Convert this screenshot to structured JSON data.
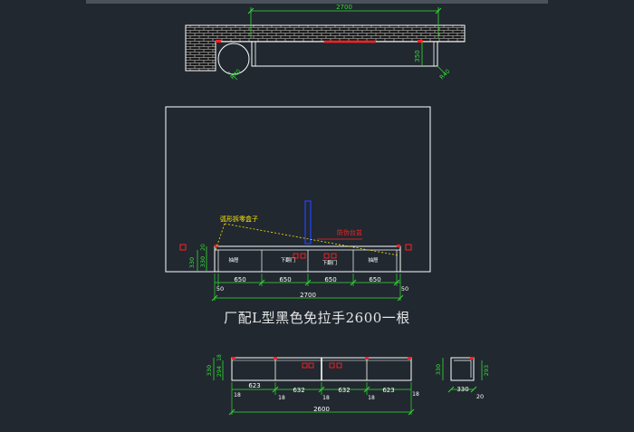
{
  "caption": "厂配L型黑色免拉手2600一根",
  "colors": {
    "background": "#212830",
    "line": "#ffffff",
    "dimension": "#33dd33",
    "accent": "#ff2222",
    "annotation": "#ffe600",
    "handle": "#2244ff"
  },
  "plan_view": {
    "width_dim": "2700",
    "depth_dim": "350",
    "radius_left": "R40",
    "radius_right": "R40"
  },
  "elevation_view": {
    "annotation_handle_box": "弧形拆零盒子",
    "annotation_power": "防伪台盆",
    "height_dim": "330",
    "small_dim": "20",
    "panel_labels": [
      "抽屉",
      "下翻门",
      "下翻门",
      "抽屉"
    ],
    "segment_dims": [
      "650",
      "650",
      "650",
      "650"
    ],
    "edge_dim_left": "50",
    "edge_dim_right": "50",
    "total_dim": "2700"
  },
  "section_view": {
    "height_outer": "330",
    "height_inner": "294",
    "top_gap": "18",
    "segment_dims": [
      "623",
      "632",
      "632",
      "623"
    ],
    "gap_dims": [
      "18",
      "18",
      "18",
      "18",
      "18"
    ],
    "total_dim": "2600"
  },
  "side_view": {
    "height_dim": "330",
    "inner_height": "293",
    "width_dim": "330",
    "thickness_dim": "20"
  }
}
